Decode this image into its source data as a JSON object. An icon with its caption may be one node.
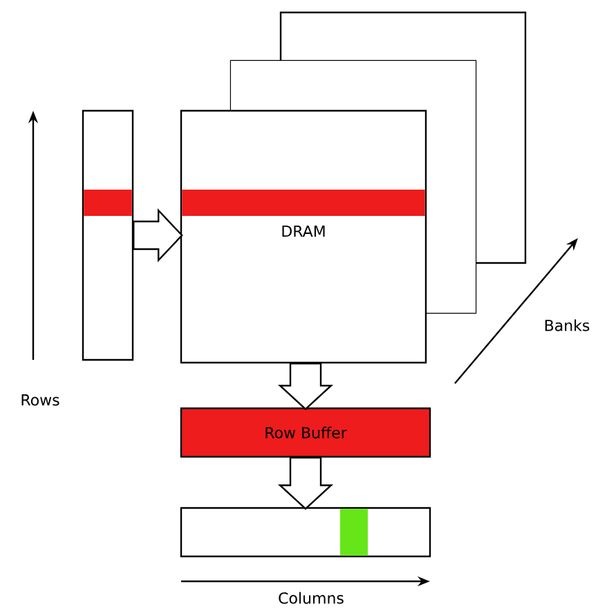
{
  "diagram": {
    "nodes": [
      {
        "text": [],
        "shape": "box"
      },
      {
        "text": [
          "DRAM"
        ]
      },
      {
        "text": [
          "Row Buffer"
        ]
      },
      {
        "text": [],
        "shape": "box"
      }
    ],
    "edges": [
      {
        "from": 0,
        "to": 1,
        "arrow": "to"
      },
      {
        "from": 1,
        "to": 2,
        "arrow": "to"
      },
      {
        "from": 2,
        "to": 3,
        "arrow": "to"
      }
    ],
    "labels": [
      "Rows",
      "Banks",
      "Columns"
    ]
  }
}
